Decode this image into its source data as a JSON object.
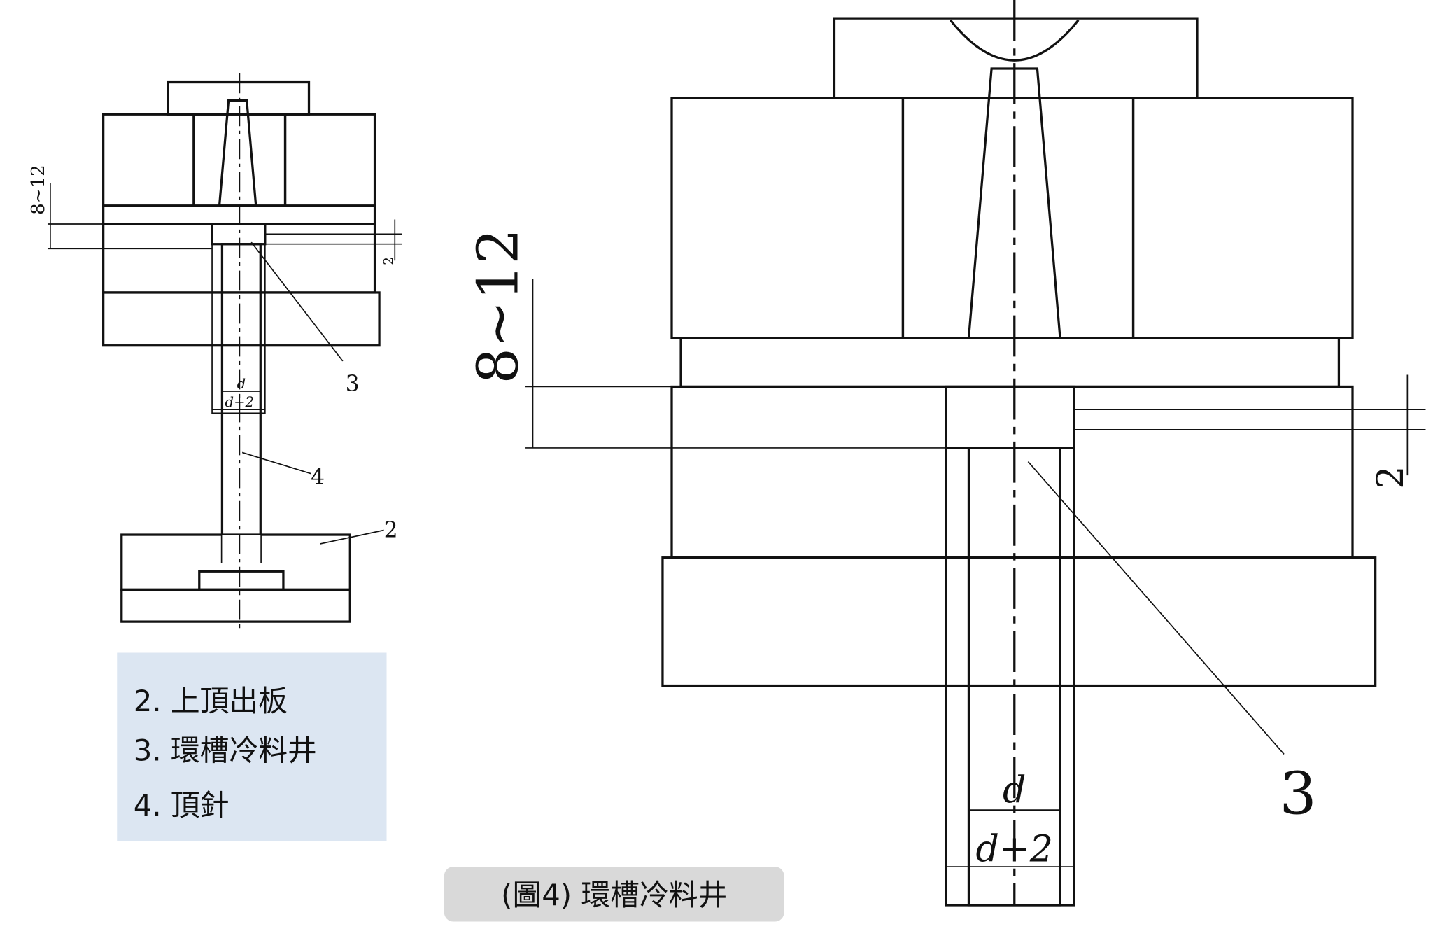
{
  "small_diagram": {
    "dim_top": "8~12",
    "dim_side": "2",
    "dim_d": "d",
    "dim_d2": "d+2",
    "callout_3": "3",
    "callout_4": "4",
    "callout_2": "2"
  },
  "large_diagram": {
    "dim_top": "8~12",
    "dim_side": "2",
    "dim_d": "d",
    "dim_d2": "d+2",
    "callout_3": "3"
  },
  "legend": {
    "items": [
      "2. 上頂出板",
      "3. 環槽冷料井",
      "4. 頂針"
    ],
    "background": "#dce6f2"
  },
  "caption": {
    "text": "(圖4)  環槽冷料井",
    "background": "#d9d9d9"
  }
}
